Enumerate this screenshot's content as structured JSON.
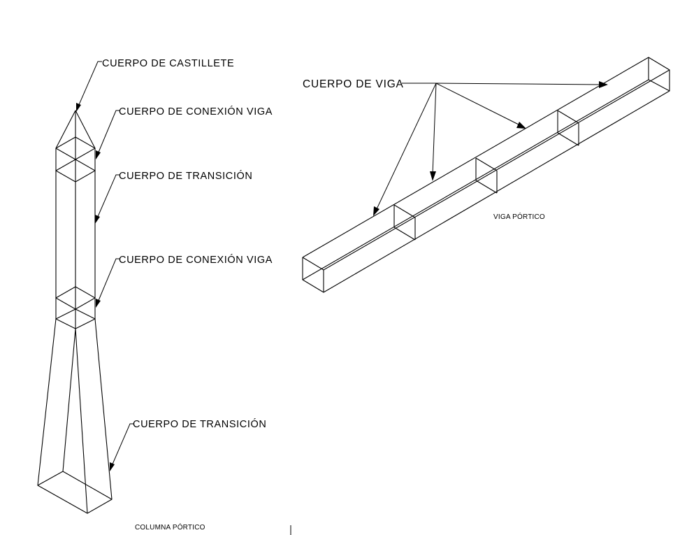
{
  "column": {
    "labels": {
      "cuerpo_castillete": "CUERPO DE CASTILLETE",
      "cuerpo_conexion_viga_top": "CUERPO DE CONEXIÓN VIGA",
      "cuerpo_transicion_top": "CUERPO DE TRANSICIÓN",
      "cuerpo_conexion_viga_bottom": "CUERPO DE CONEXIÓN VIGA",
      "cuerpo_transicion_bottom": "CUERPO DE TRANSICIÓN"
    },
    "caption": "COLUMNA PÓRTICO"
  },
  "beam": {
    "labels": {
      "cuerpo_viga": "CUERPO DE VIGA"
    },
    "caption": "VIGA PÓRTICO"
  }
}
